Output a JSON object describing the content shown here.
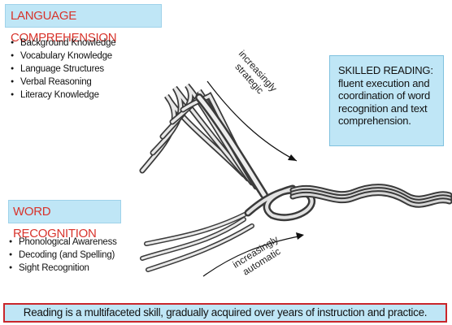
{
  "language_comprehension": {
    "title": "LANGUAGE COMPREHENSION",
    "items": [
      "Background Knowledge",
      "Vocabulary Knowledge",
      "Language Structures",
      "Verbal Reasoning",
      "Literacy Knowledge"
    ]
  },
  "word_recognition": {
    "title": "WORD RECOGNITION",
    "items": [
      "Phonological Awareness",
      "Decoding (and Spelling)",
      "Sight Recognition"
    ]
  },
  "skilled_reading": {
    "title": "SKILLED READING:",
    "text": "fluent execution and coordination of word recognition and text comprehension."
  },
  "arrows": {
    "strategic_line1": "increasingly",
    "strategic_line2": "strategic",
    "automatic_line1": "increasingly",
    "automatic_line2": "automatic"
  },
  "footer": "Reading is a multifaceted skill, gradually acquired over years of instruction and practice."
}
